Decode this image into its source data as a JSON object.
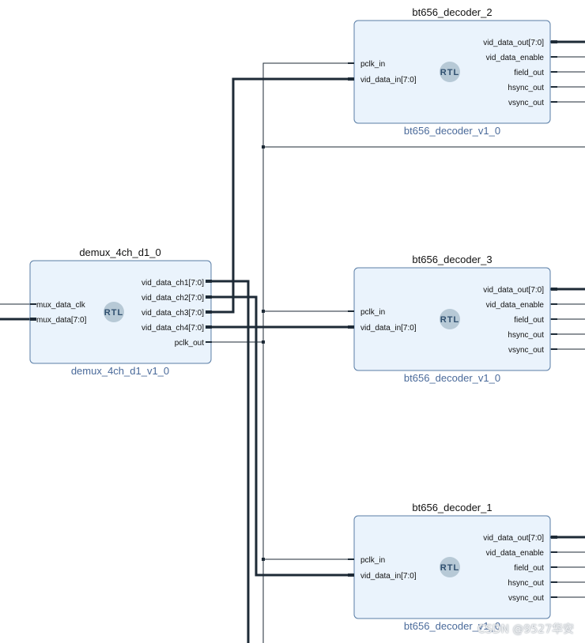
{
  "blocks": {
    "demux": {
      "title": "demux_4ch_d1_0",
      "ip_name": "demux_4ch_d1_v1_0",
      "inputs": [
        "mux_data_clk",
        "mux_data[7:0]"
      ],
      "outputs": [
        "vid_data_ch1[7:0]",
        "vid_data_ch2[7:0]",
        "vid_data_ch3[7:0]",
        "vid_data_ch4[7:0]",
        "pclk_out"
      ]
    },
    "decoder_2": {
      "title": "bt656_decoder_2",
      "ip_name": "bt656_decoder_v1_0",
      "inputs": [
        "pclk_in",
        "vid_data_in[7:0]"
      ],
      "outputs": [
        "vid_data_out[7:0]",
        "vid_data_enable",
        "field_out",
        "hsync_out",
        "vsync_out"
      ]
    },
    "decoder_3": {
      "title": "bt656_decoder_3",
      "ip_name": "bt656_decoder_v1_0",
      "inputs": [
        "pclk_in",
        "vid_data_in[7:0]"
      ],
      "outputs": [
        "vid_data_out[7:0]",
        "vid_data_enable",
        "field_out",
        "hsync_out",
        "vsync_out"
      ]
    },
    "decoder_1": {
      "title": "bt656_decoder_1",
      "ip_name": "bt656_decoder_v1_0",
      "inputs": [
        "pclk_in",
        "vid_data_in[7:0]"
      ],
      "outputs": [
        "vid_data_out[7:0]",
        "vid_data_enable",
        "field_out",
        "hsync_out",
        "vsync_out"
      ]
    }
  },
  "rtl_badge": "RTL",
  "watermark": "CSDN @9527华安",
  "colors": {
    "block_fill": "#eaf3fc",
    "block_stroke": "#5a7ea6",
    "ip_text": "#4a6a9a",
    "wire": "#1d2a36",
    "badge_bg": "#b7c9d6",
    "badge_text": "#2f4f6f"
  }
}
